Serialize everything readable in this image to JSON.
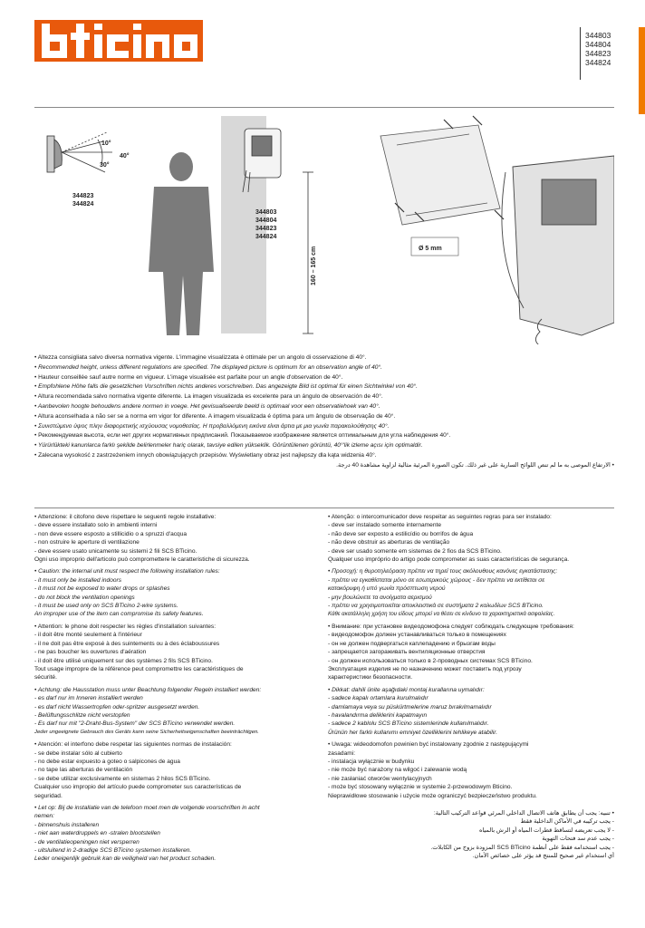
{
  "header": {
    "brand": "bticino",
    "codes": [
      "344803",
      "344804",
      "344823",
      "344824"
    ]
  },
  "illustration": {
    "angle_labels": [
      "10°",
      "40°",
      "30°"
    ],
    "side_codes": [
      "344823",
      "344824"
    ],
    "unit_codes": [
      "344803",
      "344804",
      "344823",
      "344824"
    ],
    "height_label": "160 – 165 cm",
    "drill_label": "Ø 5 mm"
  },
  "height_notes": [
    "• Altezza consigliata salvo diversa normativa vigente. L'immagine visualizzata è ottimale per un angolo di osservazione di 40°.",
    "• Recommended height, unless different regulations are specified. The displayed picture is optimum for an observation angle of 40°.",
    "• Hauteur conseillée sauf autre norme en vigueur. L'image visualisée est parfaite pour un angle d'observation de 40°.",
    "• Empfohlene Höhe falls die gesetzlichen Vorschriften nichts anderes vorschreiben. Das angezeigte Bild ist optimal für einen Sichtwinkel von 40°.",
    "• Altura recomendada salvo normativa vigente diferente. La imagen visualizada es excelente para un ángulo de observación de 40°.",
    "• Aanbevolen hoogte behoudens andere normen in voege. Het gevisualiseerde beeld is optimaal voor een observatiehoek van 40°.",
    "• Altura aconselhada a não ser se a norma em vigor for diferente. A imagem visualizada é óptima para um ângulo de observação de 40°.",
    "• Συνιστώμενο ύψος πλην διαφορετικής ισχύουσας νομοθεσίας. Η προβαλλόμενη εικόνα είναι άρτια με μια γωνία παρακολούθησης 40°.",
    "• Рекомендуемая высота, если нет других нормативных предписаний. Показываемое изображение является оптимальным для угла наблюдения 40°.",
    "• Yürürlükteki kanunlarca farklı şekilde belirlenmeler hariç olarak, tavsiye edilen yükseklik. Görüntülenen görüntü, 40°'lik izleme açısı için optimaldir.",
    "• Zalecana wysokość z zastrzeżeniem innych obowiązujących przepisów. Wyświetlany obraz jest najlepszy dla kąta widzenia 40°."
  ],
  "height_note_ar": "• الارتفاع الموصى به ما لم تنص اللوائح السارية على غير ذلك. تكون الصورة المرئية مثالية لزاوية مشاهدة 40 درجة.",
  "left_sections": [
    {
      "italic": false,
      "lines": [
        "• Attenzione: il citofono deve rispettare le seguenti regole installative:",
        "- deve essere installato solo in ambienti interni",
        "- non deve essere esposto a stillicidio o a spruzzi d'acqua",
        "- non ostruire le aperture di ventilazione",
        "- deve essere usato unicamente su sistemi 2 fili SCS BTicino.",
        "Ogni uso improprio dell'articolo può compromettere le caratteristiche di sicurezza."
      ]
    },
    {
      "italic": true,
      "lines": [
        "• Caution: the internal unit must respect the following installation rules:",
        "- it must only be installed indoors",
        "- it must not be exposed to water drops or splashes",
        "- do not block the ventilation openings",
        "- it must be used only on SCS BTicino 2-wire systems.",
        "An improper use of the item can compromise its safety features."
      ]
    },
    {
      "italic": false,
      "lines": [
        "• Attention: le phone doit respecter les règles d'installation suivantes:",
        "- il doit être monté seulement à l'intérieur",
        "- il ne doit pas être exposé à des suintements ou à des éclaboussures",
        "- ne pas boucher les ouvertures d'aération",
        "- il doit être utilisé uniquement sur des systèmes 2 fils SCS BTicino.",
        "Tout usage impropre de la référence peut compromettre les caractéristiques de",
        "sécurité."
      ]
    },
    {
      "italic": true,
      "lines": [
        "• Achtung: die Hausstation muss unter Beachtung folgender Regeln installiert werden:",
        "- es darf nur im Inneren installiert werden",
        "- es darf nicht Wassertropfen oder-spritzer ausgesetzt werden.",
        "- Belüftungsschlitze nicht verstopfen",
        "- Es darf nur mit \"2-Draht-Bus-System\" der SCS BTicino verwendet werden.",
        "Jeder ungeeignete Gebrauch des Geräts kann seine Sicherheitseigenschaften beeinträchtigen."
      ]
    },
    {
      "italic": false,
      "lines": [
        "• Atención: el interfono debe respetar las siguientes normas de instalación:",
        "- se debe instalar sólo al cubierto",
        "- no debe estar expuesto a goteo o salpicones de agua",
        "- no tape las aberturas de ventilación",
        "- se debe utilizar exclusivamente en sistemas 2 hilos SCS BTicino.",
        "Cualquier uso impropio del artículo puede comprometer sus características de",
        "seguridad."
      ]
    },
    {
      "italic": true,
      "lines": [
        "• Let op: Bij de installatie van de telefoon moet men de volgende voorschriften in acht",
        "nemen:",
        "- binnenshuis installeren",
        "- niet aan waterdruppels en -stralen blootstellen",
        "- de ventilatieopeningen niet versperren",
        "- uitsluitend in 2-dradige SCS BTicino systemen installeren.",
        "Leder oneigenlijk gebruik kan de veiligheid van het product schaden."
      ]
    }
  ],
  "right_sections": [
    {
      "italic": false,
      "lines": [
        "• Atenção: o intercomunicador deve respeitar as seguintes regras para ser instalado:",
        "- deve ser instalado somente internamente",
        "- não deve ser exposto a estilicídio ou borrifos de água",
        "- não deve obstruir as aberturas de ventilação",
        "- deve ser usado somente em sistemas de 2 fios da SCS BTicino.",
        "Qualquer uso impróprio do artigo pode comprometer as suas características de segurança."
      ]
    },
    {
      "italic": true,
      "lines": [
        "• Προσοχή: η θυροτηλεόραση πρέπει να τηρεί τους ακόλουθους κανόνες εγκατάστασης:",
        "- πρέπει να εγκαθίσταται μόνο σε εσωτερικούς χώρους - δεν πρέπει να εκτίθεται σε",
        "κατακόρυφη ή υπό γωνία πρόσπτωση νερού",
        "- μην βουλώνετε τα ανοίγματα αερισμού",
        "- πρέπει να χρησιμοποιείται αποκλειστικά σε συστήματα 2 καλωδίων SCS BTicino.",
        "Κάθε ακατάλληλη χρήση του είδους μπορεί να θέσει σε κίνδυνο τα χαρακτηριστικά ασφαλείας."
      ]
    },
    {
      "italic": false,
      "lines": [
        "• Внимание: при установке видеодомофона следует соблюдать следующие требования:",
        "- видеодомофон должен устанавливаться только в помещениях",
        "- он не должен подвергаться каплепадению и брызгам воды",
        "- запрещается загораживать вентиляционные отверстия",
        "- он должен использоваться только в 2-проводных системах SCS BTicino.",
        "Эксплуатация изделия не по назначению может поставить под угрозу",
        "характеристики безопасности."
      ]
    },
    {
      "italic": true,
      "lines": [
        "• Dikkat: dahili ünite aşağıdaki montaj kurallarına uymalıdır:",
        "- sadece kapalı ortamlara kurulmalıdır",
        "- damlamaya veya su püskürtmelerine maruz bırakılmamalıdır",
        "- havalandırma deliklerini kapatmayın",
        "- sadece 2 kablolu SCS BTicino sistemlerinde kullanılmalıdır.",
        "Ürünün her farklı kullanımı emniyet özelliklerini tehlikeye atabilir."
      ]
    },
    {
      "italic": false,
      "lines": [
        "• Uwaga: wideodomofon powinien być instalowany zgodnie z następującymi",
        "zasadami:",
        "- instalacja wyłącznie w budynku",
        "- nie może być narażony na wilgoć i zalewanie wodą",
        "- nie zasłaniać otworów wentylacyjnych",
        "- może być stosowany wyłącznie w systemie 2-przewodowym Bticino.",
        "Nieprawidłowe stosowanie i użycie może ograniczyć bezpieczeństwo produktu."
      ]
    }
  ],
  "arabic_section": [
    "• تنبيه: يجب أن يطابق هاتف الاتصال الداخلي المرئي قواعد التركيب التالية:",
    "- يجب تركيبه في الأماكن الداخلية فقط",
    "- لا يجب تعريضه لتساقط قطرات المياه أو الرش بالمياه",
    "- يجب عدم سد فتحات التهوية",
    "- يجب استخدامه فقط على أنظمة SCS BTicino المزودة بزوج من الكابلات.",
    "أي استخدام غير صحيح للمنتج قد يؤثر على خصائص الأمان."
  ],
  "colors": {
    "brand_orange": "#e8590c",
    "accent_bar": "#f07b00"
  }
}
